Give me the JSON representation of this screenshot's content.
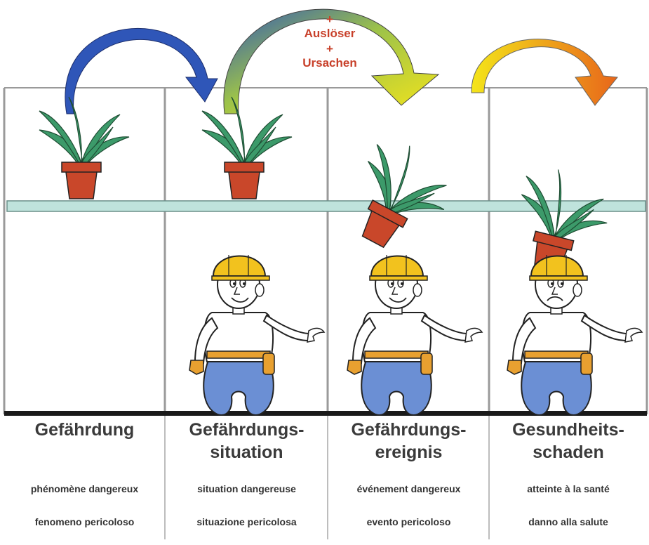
{
  "trigger": {
    "plus_top": "+",
    "line1": "Auslöser",
    "plus_mid": "+",
    "line2": "Ursachen"
  },
  "panels": [
    {
      "title_line1": "Gefährdung",
      "title_line2": "",
      "french": "phénomène dangereux",
      "italian": "fenomeno pericoloso"
    },
    {
      "title_line1": "Gefährdungs-",
      "title_line2": "situation",
      "french": "situation dangereuse",
      "italian": "situazione pericolosa"
    },
    {
      "title_line1": "Gefährdungs-",
      "title_line2": "ereignis",
      "french": "événement dangereux",
      "italian": "evento pericoloso"
    },
    {
      "title_line1": "Gesundheits-",
      "title_line2": "schaden",
      "french": "atteinte à la santé",
      "italian": "danno alla salute"
    }
  ],
  "colors": {
    "arrow_blue": "#2f56b8",
    "arrow_yellow": "#f2e21a",
    "arrow_orange": "#e86a1a",
    "shelf": "#bfe3dc",
    "pot": "#c9472a",
    "leaf": "#3c9a6a",
    "helmet": "#f2c21e",
    "pants": "#6b8fd4"
  }
}
